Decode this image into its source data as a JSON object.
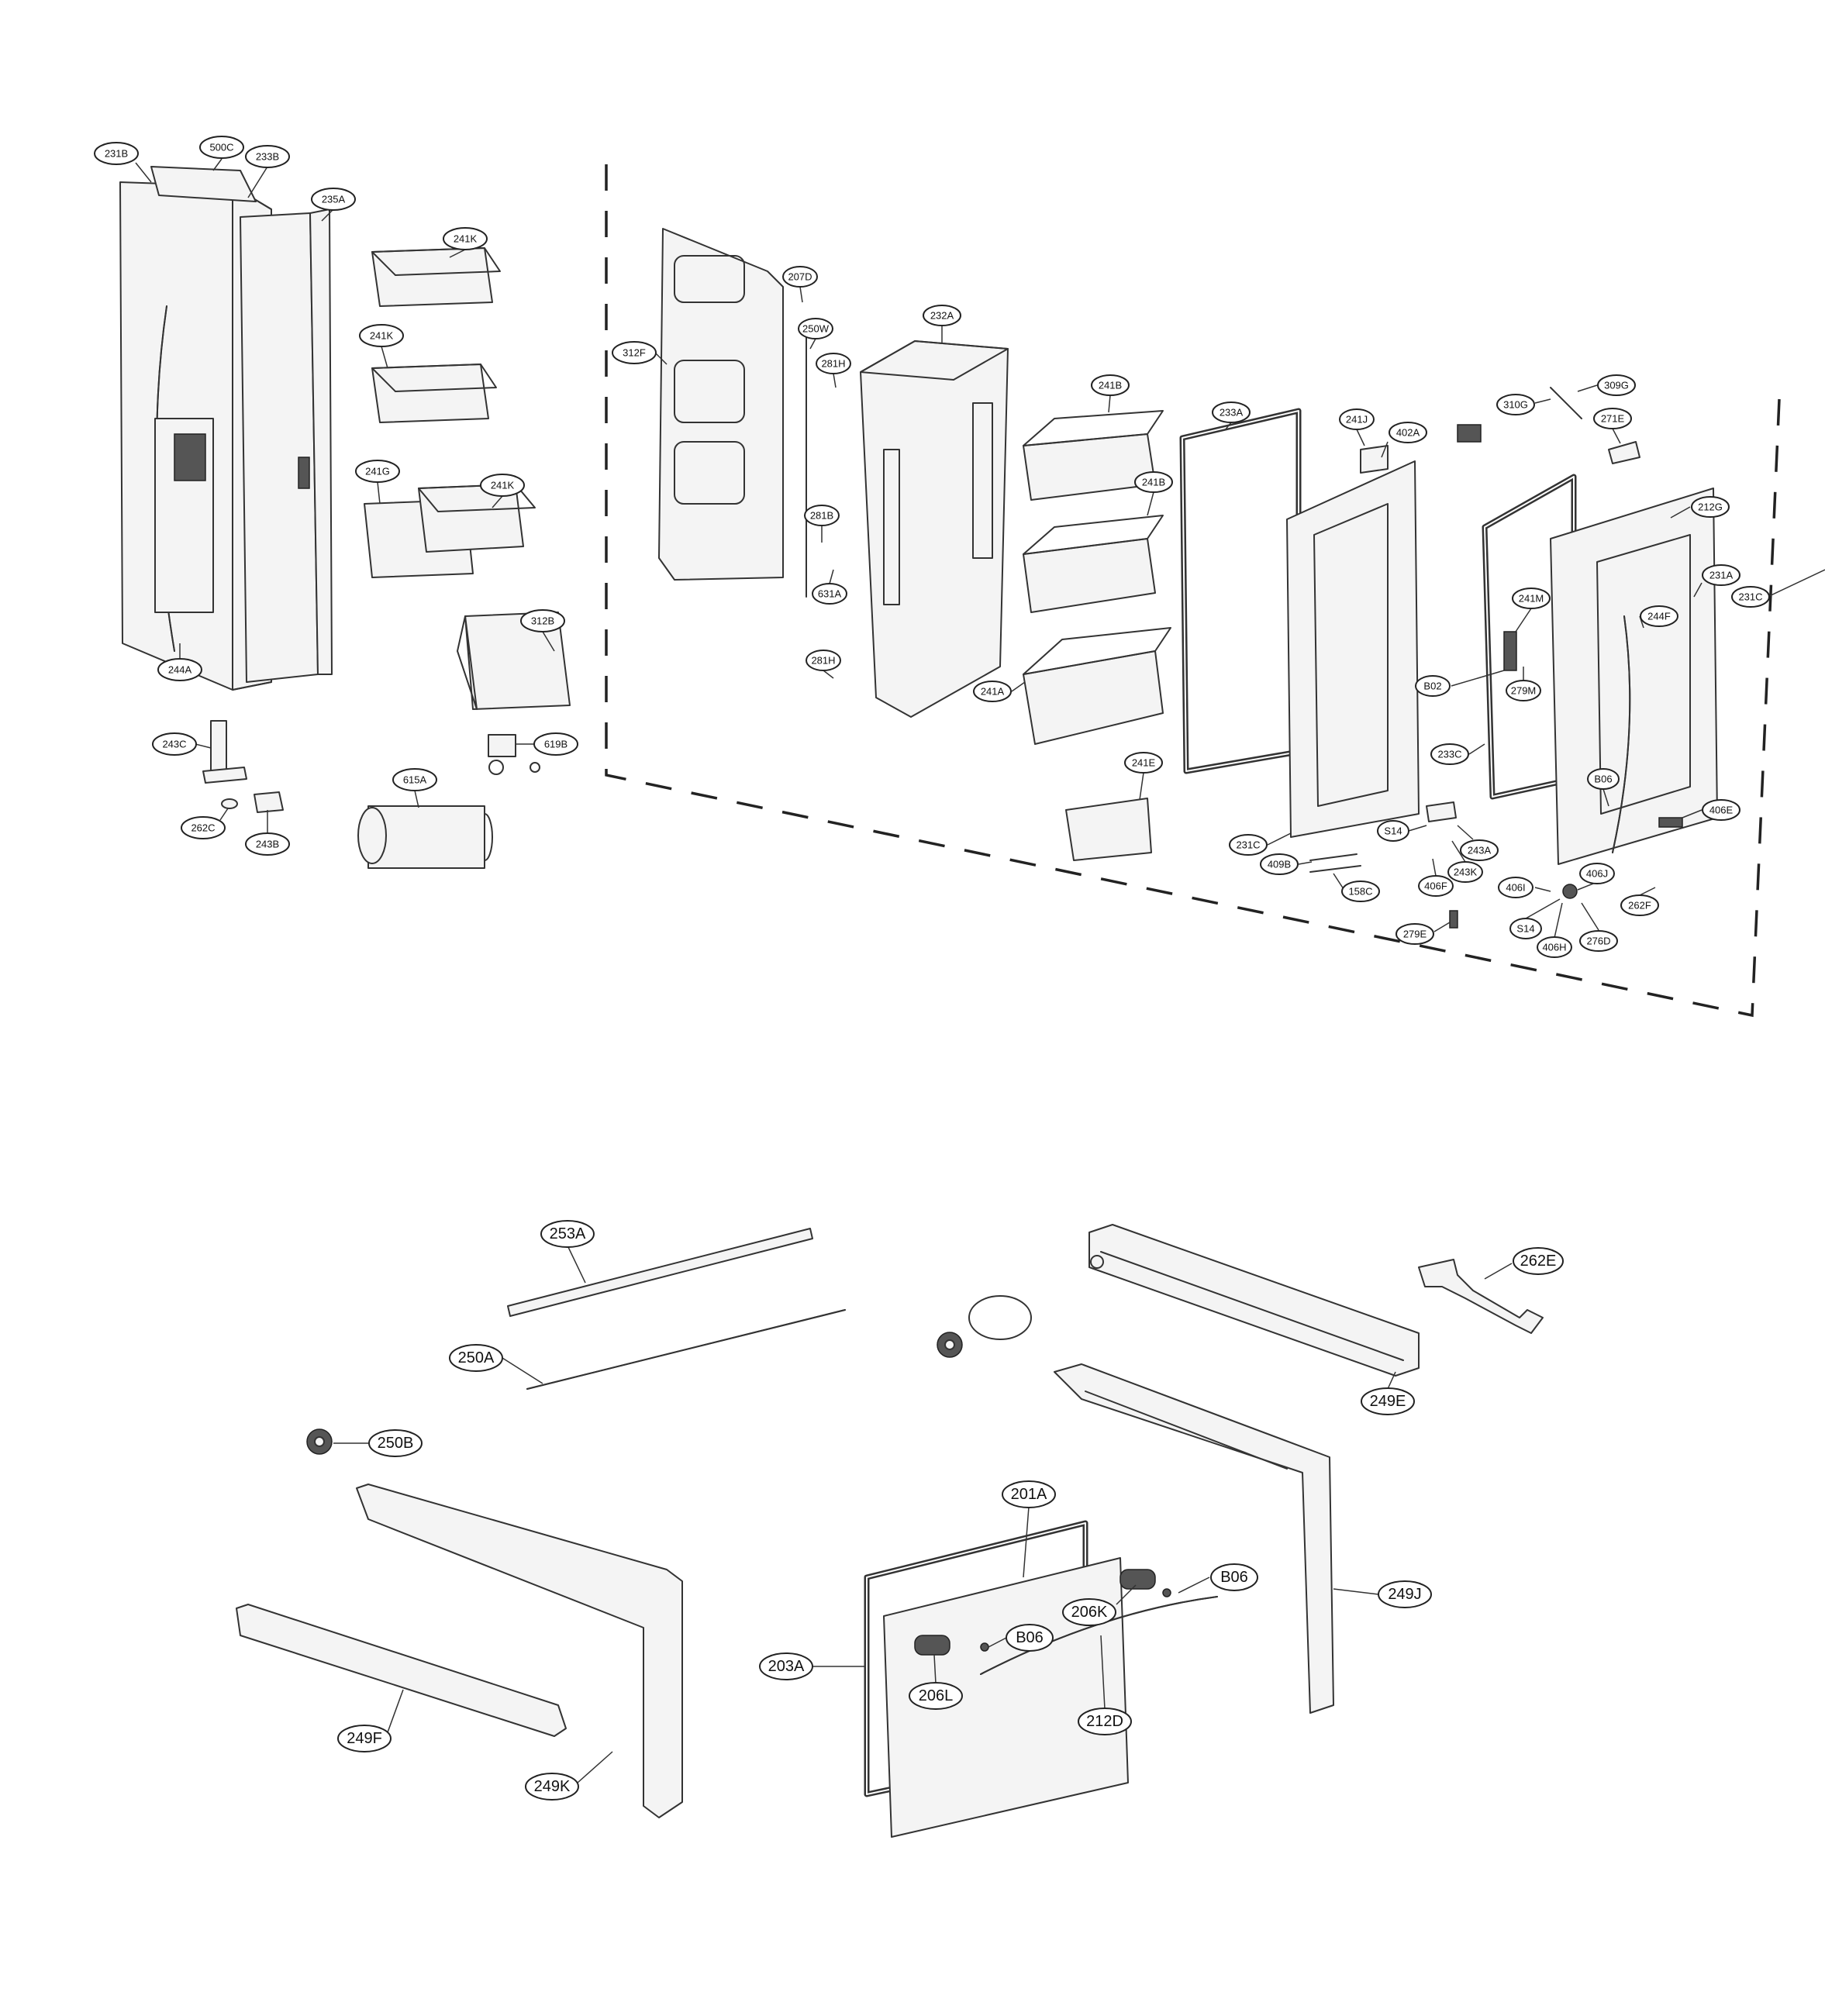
{
  "callouts": {
    "231B": "231B",
    "500C": "500C",
    "233B": "233B",
    "235A": "235A",
    "241K": "241K",
    "241G": "241G",
    "312B": "312B",
    "244A": "244A",
    "243C": "243C",
    "262C": "262C",
    "243B": "243B",
    "615A": "615A",
    "619B": "619B",
    "312F": "312F",
    "207D": "207D",
    "250W": "250W",
    "281H": "281H",
    "281B": "281B",
    "631A": "631A",
    "232A": "232A",
    "241B": "241B",
    "241A": "241A",
    "241E": "241E",
    "233A": "233A",
    "241J": "241J",
    "402A": "402A",
    "310G": "310G",
    "309G": "309G",
    "271E": "271E",
    "212G": "212G",
    "231A": "231A",
    "231C": "231C",
    "241M": "241M",
    "244F": "244F",
    "B02": "B02",
    "279M": "279M",
    "233C": "233C",
    "B06": "B06",
    "406E": "406E",
    "S14": "S14",
    "243A": "243A",
    "243K": "243K",
    "406F": "406F",
    "409B": "409B",
    "158C": "158C",
    "406I": "406I",
    "406J": "406J",
    "262F": "262F",
    "406H": "406H",
    "276D": "276D",
    "279E": "279E",
    "253A": "253A",
    "250A": "250A",
    "250B": "250B",
    "262E": "262E",
    "249E": "249E",
    "201A": "201A",
    "206K": "206K",
    "249J": "249J",
    "203A": "203A",
    "206L": "206L",
    "212D": "212D",
    "249F": "249F",
    "249K": "249K"
  }
}
